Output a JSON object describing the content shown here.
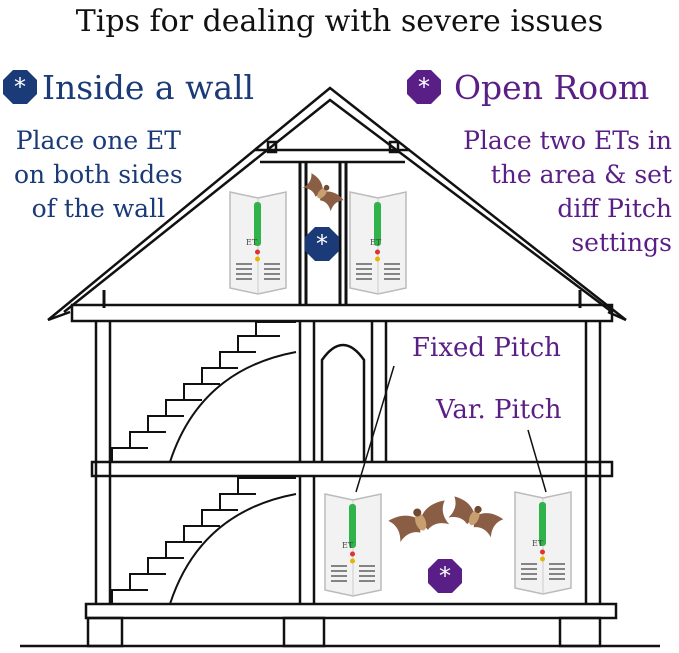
{
  "title": "Tips for dealing with severe issues",
  "inside_wall": {
    "label": "Inside a wall",
    "lines": [
      "Place one ET",
      "on both sides",
      "of the wall"
    ]
  },
  "open_room": {
    "label": "Open Room",
    "lines": [
      "Place two ETs in",
      "the area & set",
      "diff Pitch",
      "settings"
    ]
  },
  "callouts": {
    "fixed": "Fixed Pitch",
    "variable": "Var. Pitch"
  },
  "device_label": "ET",
  "colors": {
    "blue": "#1b3a78",
    "purple": "#5a1f86",
    "device_led": "#2fb34a",
    "bat": "#8a5e44"
  },
  "icons": {
    "badge": "asterisk-octagon-icon",
    "pest": "bat-icon",
    "device": "ultrasonic-repeller-icon"
  }
}
